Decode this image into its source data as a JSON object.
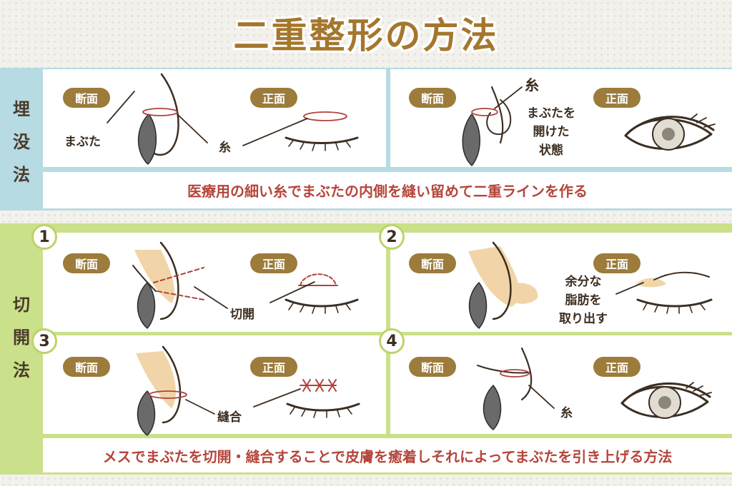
{
  "title": "二重整形の方法",
  "burial": {
    "side_label": [
      "埋",
      "没",
      "法"
    ],
    "panel1": {
      "section_label": "断面",
      "front_label": "正面",
      "eyelid": "まぶた",
      "thread": "糸"
    },
    "panel2": {
      "section_label": "断面",
      "front_label": "正面",
      "thread": "糸",
      "state_lines": [
        "まぶたを",
        "開けた",
        "状態"
      ]
    },
    "description": "医療用の細い糸でまぶたの内側を縫い留めて二重ラインを作る"
  },
  "incision": {
    "side_label": [
      "切",
      "開",
      "法"
    ],
    "steps": [
      {
        "number": "1",
        "section_label": "断面",
        "front_label": "正面",
        "callout": "切開"
      },
      {
        "number": "2",
        "section_label": "断面",
        "front_label": "正面",
        "callout_lines": [
          "余分な",
          "脂肪を",
          "取り出す"
        ]
      },
      {
        "number": "3",
        "section_label": "断面",
        "front_label": "正面",
        "callout": "縫合"
      },
      {
        "number": "4",
        "section_label": "断面",
        "front_label": "正面",
        "callout": "糸"
      }
    ],
    "description": "メスでまぶたを切開・縫合することで皮膚を癒着しそれによってまぶたを引き上げる方法"
  },
  "colors": {
    "title": "#a4772d",
    "pill": "#9c7b3b",
    "burial_band": "#b7dbe2",
    "incision_band": "#cbe08a",
    "description_text": "#b5453b",
    "thread": "#b0413c"
  }
}
